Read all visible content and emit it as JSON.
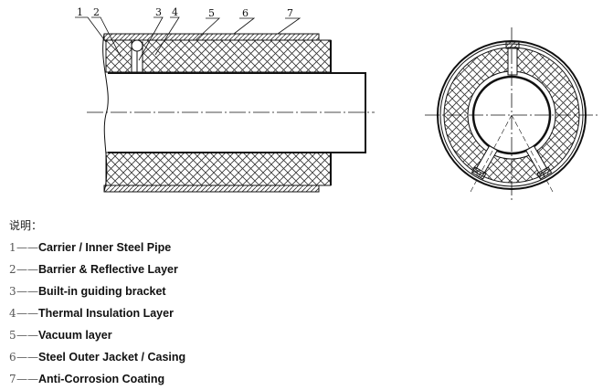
{
  "callouts": [
    "1",
    "2",
    "3",
    "4",
    "5",
    "6",
    "7"
  ],
  "legend": {
    "title": "说明：",
    "items": [
      {
        "num": "1",
        "dash": "——",
        "label": "Carrier / Inner Steel Pipe"
      },
      {
        "num": "2",
        "dash": "——",
        "label": "Barrier & Reflective Layer"
      },
      {
        "num": "3",
        "dash": "——",
        "label": "Built-in guiding bracket"
      },
      {
        "num": "4",
        "dash": "——",
        "label": "Thermal Insulation Layer"
      },
      {
        "num": "5",
        "dash": "——",
        "label": "Vacuum layer"
      },
      {
        "num": "6",
        "dash": "——",
        "label": "Steel Outer Jacket / Casing"
      },
      {
        "num": "7",
        "dash": "——",
        "label": "Anti-Corrosion Coating"
      }
    ]
  }
}
